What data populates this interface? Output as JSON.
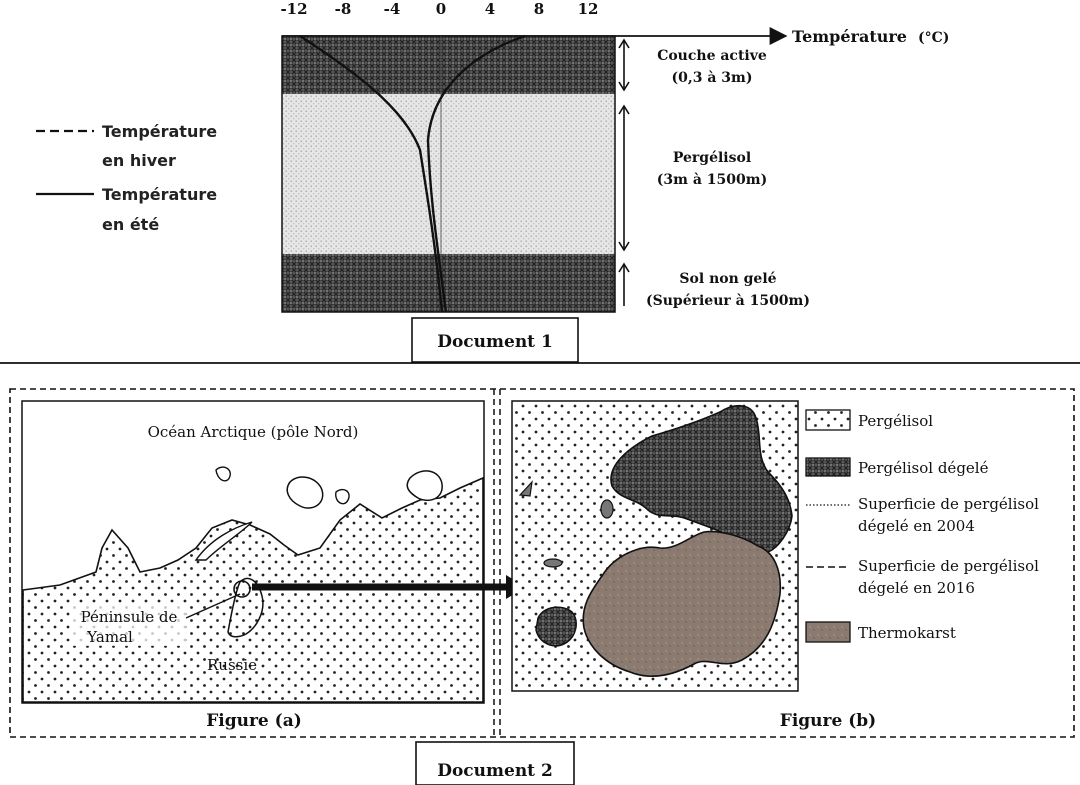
{
  "document1": {
    "caption": "Document 1",
    "axis_title": "Température",
    "axis_unit": "(°C)",
    "ticks": [
      "-12",
      "-8",
      "-4",
      "0",
      "4",
      "8",
      "12"
    ],
    "legend": [
      {
        "line1": "Température",
        "line2": "en hiver",
        "style": "dashed"
      },
      {
        "line1": "Température",
        "line2": "en été",
        "style": "solid"
      }
    ],
    "layers": [
      {
        "name": "Couche active",
        "range": "(0,3 à 3m)"
      },
      {
        "name": "Pergélisol",
        "range": "(3m à 1500m)"
      },
      {
        "name": "Sol non gelé",
        "range": "(Supérieur à 1500m)"
      }
    ]
  },
  "document2": {
    "caption": "Document 2",
    "figure_a": {
      "caption": "Figure (a)",
      "ocean_label": "Océan Arctique (pôle Nord)",
      "peninsula_line1": "Péninsule de",
      "peninsula_line2": "Yamal",
      "country_label": "Russie"
    },
    "figure_b": {
      "caption": "Figure (b)",
      "legend": [
        {
          "text": "Pergélisol",
          "swatch": "dots"
        },
        {
          "text": "Pergélisol dégelé",
          "swatch": "crosshatch"
        },
        {
          "text": "Superficie de pergélisol",
          "text2": "dégelé en 2004",
          "swatch": "dotted-line"
        },
        {
          "text": "Superficie de pergélisol",
          "text2": "dégelé en 2016",
          "swatch": "dashed-line"
        },
        {
          "text": "Thermokarst",
          "swatch": "brown"
        }
      ]
    }
  },
  "colors": {
    "ink": "#111111",
    "thermokarst": "#8b7a70",
    "hatch_dark": "#3c3c3c"
  }
}
